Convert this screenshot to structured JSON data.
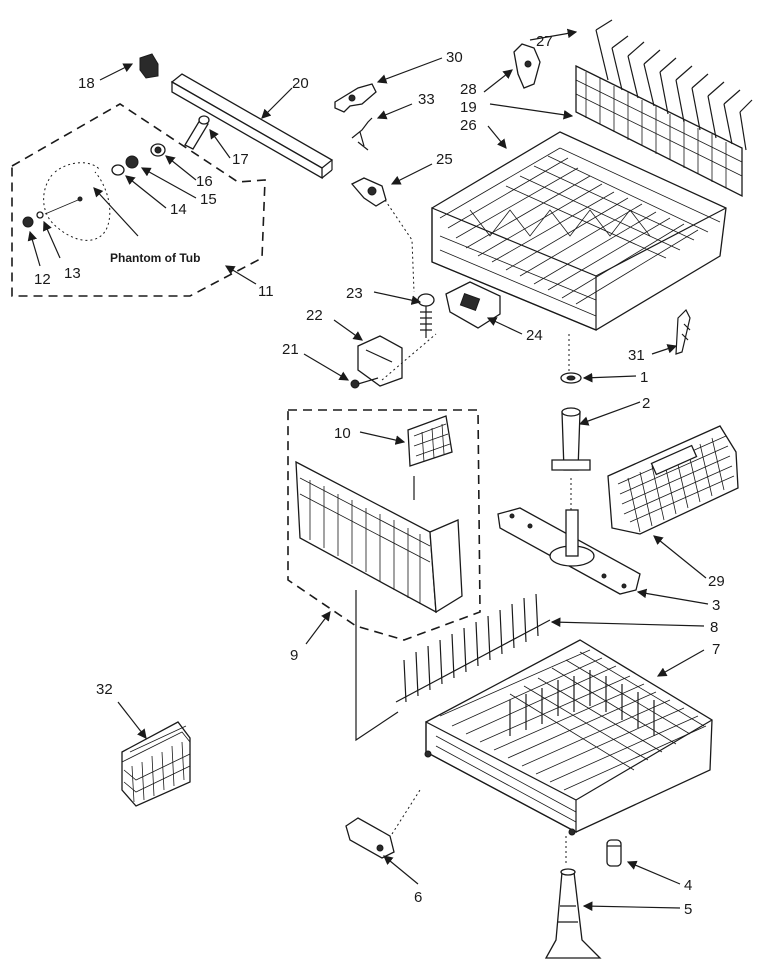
{
  "diagram": {
    "caption_tub": "Phantom of Tub",
    "callouts": [
      {
        "id": "c1",
        "text": "1"
      },
      {
        "id": "c2",
        "text": "2"
      },
      {
        "id": "c3",
        "text": "3"
      },
      {
        "id": "c4",
        "text": "4"
      },
      {
        "id": "c5",
        "text": "5"
      },
      {
        "id": "c6",
        "text": "6"
      },
      {
        "id": "c7",
        "text": "7"
      },
      {
        "id": "c8",
        "text": "8"
      },
      {
        "id": "c9",
        "text": "9"
      },
      {
        "id": "c10",
        "text": "10"
      },
      {
        "id": "c11",
        "text": "11"
      },
      {
        "id": "c12",
        "text": "12"
      },
      {
        "id": "c13",
        "text": "13"
      },
      {
        "id": "c14",
        "text": "14"
      },
      {
        "id": "c15",
        "text": "15"
      },
      {
        "id": "c16",
        "text": "16"
      },
      {
        "id": "c17",
        "text": "17"
      },
      {
        "id": "c18",
        "text": "18"
      },
      {
        "id": "c19",
        "text": "19"
      },
      {
        "id": "c20",
        "text": "20"
      },
      {
        "id": "c21",
        "text": "21"
      },
      {
        "id": "c22",
        "text": "22"
      },
      {
        "id": "c23",
        "text": "23"
      },
      {
        "id": "c24",
        "text": "24"
      },
      {
        "id": "c25",
        "text": "25"
      },
      {
        "id": "c26",
        "text": "26"
      },
      {
        "id": "c27",
        "text": "27"
      },
      {
        "id": "c28",
        "text": "28"
      },
      {
        "id": "c29",
        "text": "29"
      },
      {
        "id": "c30",
        "text": "30"
      },
      {
        "id": "c31",
        "text": "31"
      },
      {
        "id": "c32",
        "text": "32"
      },
      {
        "id": "c33",
        "text": "33"
      }
    ]
  }
}
